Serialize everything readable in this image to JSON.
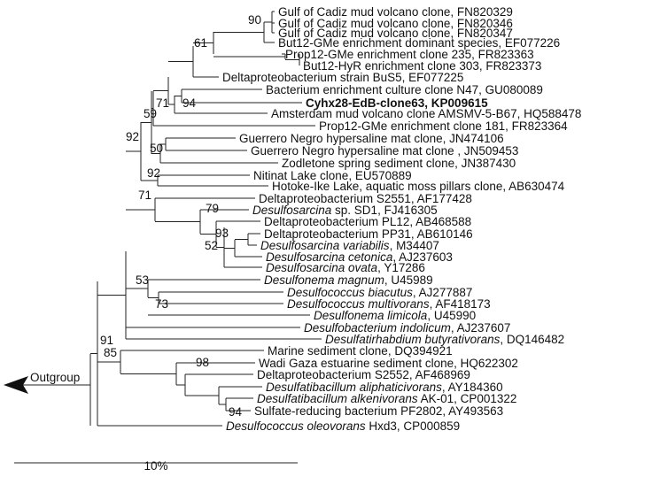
{
  "scale_label": "10%",
  "outgroup_label": "Outgroup",
  "taxa": [
    [
      {
        "t": "Gulf of Cadiz mud volcano clone, FN820329"
      }
    ],
    [
      {
        "t": "Gulf of Cadiz mud volcano clone, FN820346"
      }
    ],
    [
      {
        "t": "Gulf of Cadiz mud volcano clone, FN820347"
      }
    ],
    [
      {
        "t": "But12-GMe enrichment dominant species, EF077226"
      }
    ],
    [
      {
        "t": "Prop12-GMe enrichment clone 235, FR823363"
      }
    ],
    [
      {
        "t": "But12-HyR enrichment clone 303, FR823373"
      }
    ],
    [
      {
        "t": "Deltaproteobacterium strain BuS5, EF077225"
      }
    ],
    [
      {
        "t": "Bacterium enrichment culture clone N47, GU080089"
      }
    ],
    [
      {
        "t": "Cyhx28-EdB-clone63, KP009615",
        "b": true
      }
    ],
    [
      {
        "t": "Amsterdam mud volcano clone AMSMV-5-B67, HQ588478"
      }
    ],
    [
      {
        "t": "Prop12-GMe enrichment clone 181, FR823364"
      }
    ],
    [
      {
        "t": "Guerrero Negro hypersaline mat clone, JN474106"
      }
    ],
    [
      {
        "t": "Guerrero Negro hypersaline mat clone , JN509453"
      }
    ],
    [
      {
        "t": "Zodletone spring sediment clone, JN387430"
      }
    ],
    [
      {
        "t": "Nitinat Lake clone, EU570889"
      }
    ],
    [
      {
        "t": "Hotoke-Ike Lake, aquatic moss pillars clone, AB630474"
      }
    ],
    [
      {
        "t": "Deltaproteobacterium S2551, AF177428"
      }
    ],
    [
      {
        "t": "Desulfosarcina",
        "i": true
      },
      {
        "t": " sp. SD1, FJ416305"
      }
    ],
    [
      {
        "t": "Deltaproteobacterium PL12, AB468588"
      }
    ],
    [
      {
        "t": "Deltaproteobacterium PP31, AB610146"
      }
    ],
    [
      {
        "t": "Desulfosarcina variabilis",
        "i": true
      },
      {
        "t": ", M34407"
      }
    ],
    [
      {
        "t": "Desulfosarcina cetonica",
        "i": true
      },
      {
        "t": ", AJ237603"
      }
    ],
    [
      {
        "t": "Desulfosarcina ovata",
        "i": true
      },
      {
        "t": ", Y17286"
      }
    ],
    [
      {
        "t": "Desulfonema magnum",
        "i": true
      },
      {
        "t": ", U45989"
      }
    ],
    [
      {
        "t": "Desulfococcus biacutus",
        "i": true
      },
      {
        "t": ", AJ277887"
      }
    ],
    [
      {
        "t": "Desulfococcus multivorans",
        "i": true
      },
      {
        "t": ", AF418173"
      }
    ],
    [
      {
        "t": "Desulfonema limicola",
        "i": true
      },
      {
        "t": ", U45990"
      }
    ],
    [
      {
        "t": "Desulfobacterium indolicum",
        "i": true
      },
      {
        "t": ", AJ237607"
      }
    ],
    [
      {
        "t": "Desulfatirhabdium butyrativorans",
        "i": true
      },
      {
        "t": ", DQ146482"
      }
    ],
    [
      {
        "t": "Marine sediment clone, DQ394921"
      }
    ],
    [
      {
        "t": "Wadi Gaza estuarine sediment clone, HQ622302"
      }
    ],
    [
      {
        "t": "Deltaproteobacterium S2552, AF468969"
      }
    ],
    [
      {
        "t": "Desulfatibacillum aliphaticivorans",
        "i": true
      },
      {
        "t": ", AY184360"
      }
    ],
    [
      {
        "t": "Desulfatibacillum alkenivorans",
        "i": true
      },
      {
        "t": " AK-01, CP001322"
      }
    ],
    [
      {
        "t": "Sulfate-reducing bacterium PF2802, AY493563"
      }
    ],
    [
      {
        "t": "Desulfococcus oleovorans",
        "i": true
      },
      {
        "t": " Hxd3, CP000859"
      }
    ]
  ],
  "bootstrap_values": [
    "90",
    "61",
    "71",
    "94",
    "59",
    "92",
    "50",
    "92",
    "71",
    "79",
    "93",
    "52",
    "53",
    "73",
    "91",
    "85",
    "98",
    "94"
  ]
}
